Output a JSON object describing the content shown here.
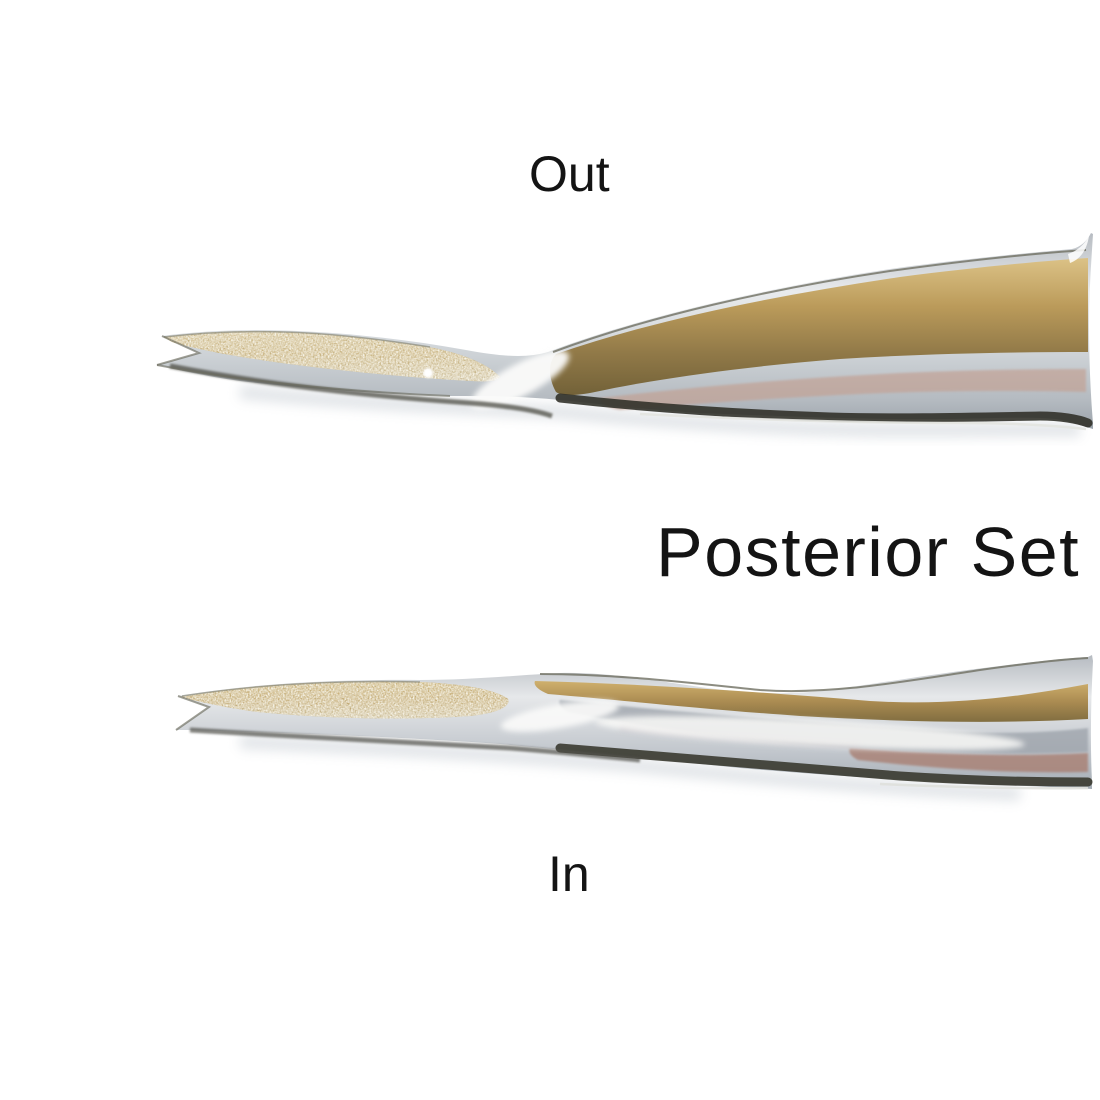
{
  "page": {
    "background": "#ffffff",
    "text_color": "#141414"
  },
  "labels": {
    "out": "Out",
    "set_title": "Posterior Set",
    "in": "In"
  },
  "photo_palette": {
    "chrome_light": "#d2d6da",
    "white_highlight": "#f6f6f3",
    "gold": "#ad8c4b",
    "olive_gold": "#7a6736",
    "diamond_sand": "#c8ab6e",
    "pink_reflection": "#bf9f92",
    "steel_blue": "#9aa3ab",
    "dark_edge": "#32322a"
  }
}
